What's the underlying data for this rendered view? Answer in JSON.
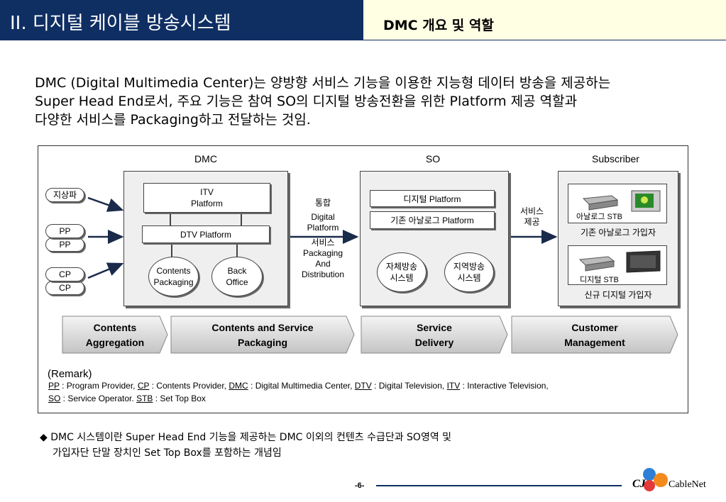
{
  "header": {
    "title": "II. 디지털 케이블 방송시스템",
    "subtitle": "DMC 개요 및 역할"
  },
  "intro": {
    "lines": [
      "DMC (Digital Multimedia Center)는 양방향 서비스 기능을 이용한 지능형 데이터 방송을 제공하는",
      "Super Head End로서, 주요 기능은 참여 SO의 디지털 방송전환을 위한 Platform 제공 역할과",
      "다양한 서비스를 Packaging하고 전달하는 것임."
    ]
  },
  "diagram": {
    "sections": {
      "dmc": "DMC",
      "so": "SO",
      "subscriber": "Subscriber"
    },
    "sources": {
      "terrestrial": "지상파",
      "pp1": "PP",
      "pp2": "PP",
      "cp1": "CP",
      "cp2": "CP"
    },
    "dmc": {
      "itv": [
        "ITV",
        "Platform"
      ],
      "dtv": "DTV Platform",
      "contents": [
        "Contents",
        "Packaging"
      ],
      "back": [
        "Back",
        "Office"
      ]
    },
    "link1": [
      "통합",
      "Digital",
      "Platform",
      "서비스",
      "Packaging",
      "And",
      "Distribution"
    ],
    "so": {
      "digital": "디지털 Platform",
      "analog": "기존 아날로그 Platform",
      "own": [
        "자체방송",
        "시스템"
      ],
      "regional": [
        "지역방송",
        "시스템"
      ]
    },
    "link2": [
      "서비스",
      "제공"
    ],
    "subscriber": {
      "analog_stb": "아날로그 STB",
      "analog_caption": "기존 아날로그 가입자",
      "digital_stb": "디지털 STB",
      "digital_caption": "신규 디지털 가입자"
    },
    "stages": [
      [
        "Contents",
        "Aggregation"
      ],
      [
        "Contents and Service",
        "Packaging"
      ],
      [
        "Service",
        "Delivery"
      ],
      [
        "Customer",
        "Management"
      ]
    ]
  },
  "remark": {
    "title": "(Remark)",
    "line1": [
      {
        "abbr": "PP",
        "desc": " : Program Provider, "
      },
      {
        "abbr": "CP",
        "desc": " : Contents Provider, "
      },
      {
        "abbr": "DMC",
        "desc": " : Digital Multimedia Center, "
      },
      {
        "abbr": "DTV",
        "desc": " : Digital Television, "
      },
      {
        "abbr": "ITV",
        "desc": " : Interactive Television,"
      }
    ],
    "line2": [
      {
        "abbr": "SO",
        "desc": " : Service Operator. "
      },
      {
        "abbr": "STB",
        "desc": " : Set Top Box"
      }
    ]
  },
  "bullet": {
    "symbol": "◆",
    "line1": "DMC 시스템이란 Super Head End 기능을 제공하는 DMC 이외의 컨텐츠 수급단과 SO영역 및",
    "line2": "가입자단 단말 장치인 Set Top Box를 포함하는 개념임"
  },
  "footer": {
    "page": "-6-",
    "logo_mark": "CJ",
    "brand": "CableNet"
  },
  "colors": {
    "navy": "#0f2f63",
    "subtitle_bg": "#ffffe4",
    "stage_fill": "#d9d9d9"
  }
}
